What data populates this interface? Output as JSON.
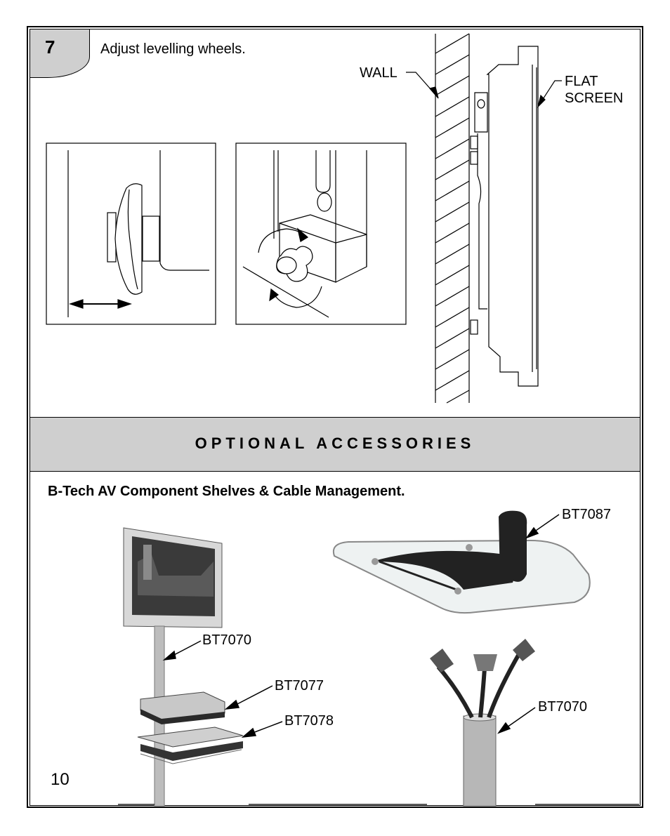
{
  "step": {
    "number": "7",
    "instruction": "Adjust levelling wheels."
  },
  "diagram": {
    "wall_label": "WALL",
    "screen_label_line1": "FLAT",
    "screen_label_line2": "SCREEN"
  },
  "section": {
    "title": "OPTIONAL ACCESSORIES",
    "subtitle": "B-Tech AV Component Shelves & Cable Management."
  },
  "products": {
    "pole_label": "BT7070",
    "shelf_upper_label": "BT7077",
    "shelf_lower_label": "BT7078",
    "glass_shelf_label": "BT7087",
    "cable_label": "BT7070"
  },
  "page_number": "10"
}
